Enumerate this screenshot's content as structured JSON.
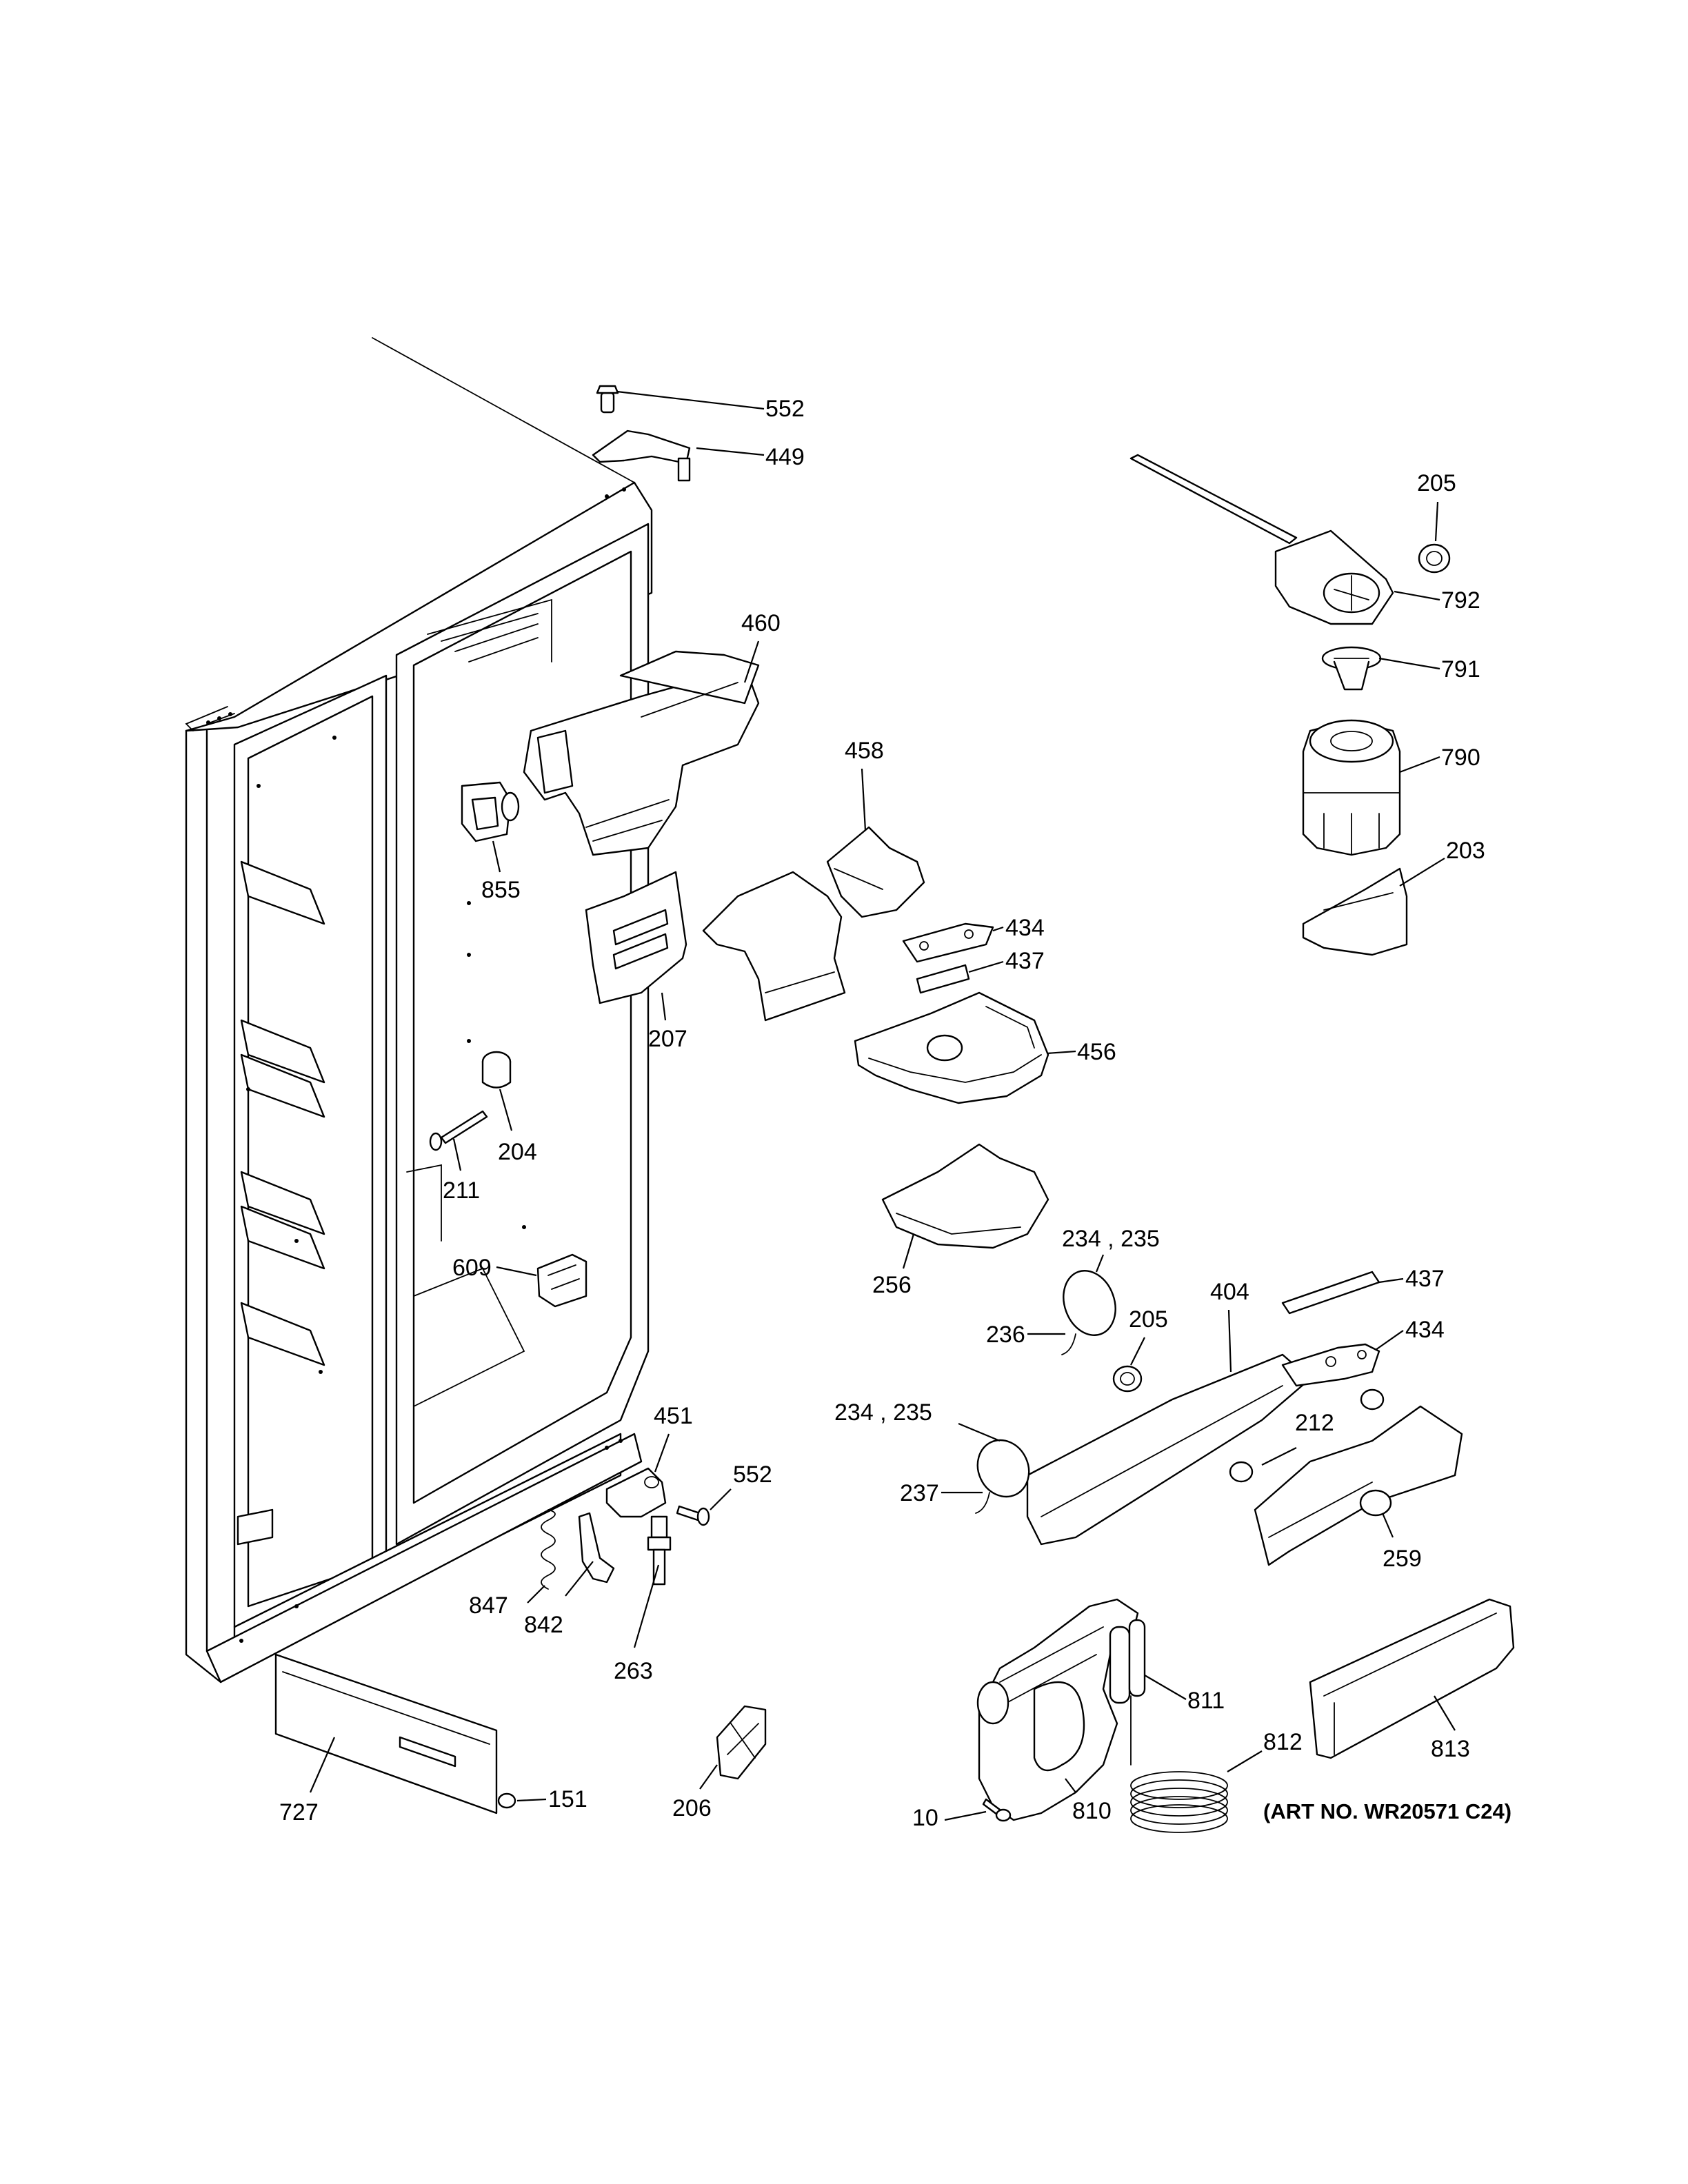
{
  "diagram": {
    "art_number": "(ART NO. WR20571 C24)",
    "callouts": {
      "c552a": "552",
      "c449": "449",
      "c205a": "205",
      "c792": "792",
      "c460": "460",
      "c791": "791",
      "c458": "458",
      "c790": "790",
      "c203": "203",
      "c855": "855",
      "c434a": "434",
      "c437a": "437",
      "c207": "207",
      "c456": "456",
      "c204": "204",
      "c211": "211",
      "c609": "609",
      "c256": "256",
      "c234_235a": "234 , 235",
      "c437b": "437",
      "c404": "404",
      "c236": "236",
      "c205b": "205",
      "c434b": "434",
      "c451": "451",
      "c234_235b": "234 , 235",
      "c212": "212",
      "c552b": "552",
      "c237": "237",
      "c259": "259",
      "c847": "847",
      "c842": "842",
      "c263": "263",
      "c811": "811",
      "c812": "812",
      "c813": "813",
      "c151": "151",
      "c727": "727",
      "c206": "206",
      "c10": "10",
      "c810": "810"
    }
  }
}
